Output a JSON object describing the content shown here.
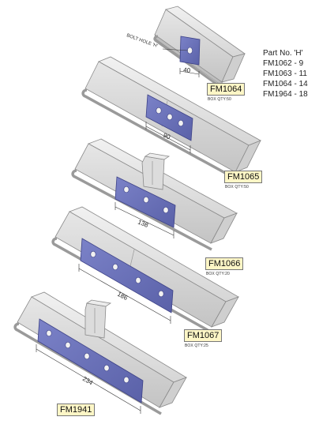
{
  "bolt_hole_label": "BOLT HOLE 'H'",
  "legend": {
    "header": "Part No.  'H'",
    "rows": [
      "FM1062 - 9",
      "FM1063 - 11",
      "FM1064 - 14",
      "FM1964 - 18"
    ]
  },
  "assemblies": [
    {
      "part": "FM1064",
      "qty": "BOX QTY:50",
      "dimension": "40"
    },
    {
      "part": "",
      "qty": "",
      "dimension": "90"
    },
    {
      "part": "FM1065",
      "qty": "BOX QTY:50",
      "dimension": "138"
    },
    {
      "part": "FM1066",
      "qty": "BOX QTY:20",
      "dimension": "186"
    },
    {
      "part": "FM1067",
      "qty": "BOX QTY:25",
      "dimension": "234"
    },
    {
      "part": "FM1941",
      "qty": "",
      "dimension": ""
    }
  ],
  "colors": {
    "plate": "#6a71b8",
    "plate_edge": "#3d4287",
    "channel": "#e2e2e2",
    "channel_edge": "#8a8a8a",
    "tag_bg": "#fdf6c6"
  }
}
